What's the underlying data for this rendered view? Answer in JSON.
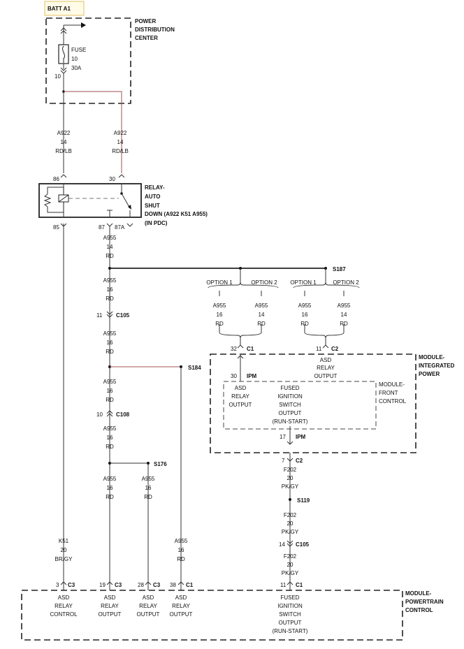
{
  "batt": {
    "label": "BATT A1",
    "fill": "#fffbe8",
    "border": "#e0c060"
  },
  "pdc": {
    "l1": "POWER",
    "l2": "DISTRIBUTION",
    "l3": "CENTER"
  },
  "fuse": {
    "l1": "FUSE",
    "l2": "10",
    "l3": "30A",
    "pin": "10"
  },
  "wires_top": [
    {
      "circuit": "A922",
      "gauge": "14",
      "color": "RD/LB"
    },
    {
      "circuit": "A922",
      "gauge": "14",
      "color": "RD/LB"
    }
  ],
  "relay": {
    "pin_86": "86",
    "pin_30": "30",
    "pin_85": "85",
    "pin_87": "87",
    "pin_87a": "87A",
    "l1": "RELAY-",
    "l2": "AUTO",
    "l3": "SHUT",
    "l4": "DOWN (A922 K51 A955)",
    "l5": "(IN PDC)"
  },
  "main_wire": [
    {
      "circuit": "A955",
      "gauge": "14",
      "color": "RD"
    },
    {
      "circuit": "A955",
      "gauge": "16",
      "color": "RD"
    },
    {
      "circuit": "A955",
      "gauge": "16",
      "color": "RD"
    },
    {
      "circuit": "A955",
      "gauge": "16",
      "color": "RD"
    },
    {
      "circuit": "A955",
      "gauge": "16",
      "color": "RD"
    },
    {
      "circuit": "A955",
      "gauge": "16",
      "color": "RD"
    }
  ],
  "connectors": {
    "c105": {
      "pin": "11",
      "name": "C105"
    },
    "c108": {
      "pin": "10",
      "name": "C108"
    }
  },
  "splices": {
    "s187": "S187",
    "s184": "S184",
    "s176": "S176",
    "s119": "S119"
  },
  "options": {
    "o1": "OPTION 1",
    "o2": "OPTION 2",
    "o3": "OPTION 1",
    "o4": "OPTION 2",
    "wires": [
      {
        "circuit": "A955",
        "gauge": "16",
        "color": "RD"
      },
      {
        "circuit": "A955",
        "gauge": "14",
        "color": "RD"
      },
      {
        "circuit": "A955",
        "gauge": "16",
        "color": "RD"
      },
      {
        "circuit": "A955",
        "gauge": "14",
        "color": "RD"
      }
    ],
    "c1_pin": "32",
    "c1_name": "C1",
    "c2_pin": "11",
    "c2_name": "C2"
  },
  "tipm": {
    "l1": "MODULE-",
    "l2": "INTEGRATED",
    "l3": "POWER",
    "asd_out": {
      "l1": "ASD",
      "l2": "RELAY",
      "l3": "OUTPUT"
    },
    "ipm_pin": "30",
    "ipm_name": "IPM"
  },
  "fcm": {
    "l1": "MODULE-",
    "l2": "FRONT",
    "l3": "CONTROL",
    "asd_out": {
      "l1": "ASD",
      "l2": "RELAY",
      "l3": "OUTPUT"
    },
    "fused": {
      "l1": "FUSED",
      "l2": "IGNITION",
      "l3": "SWITCH",
      "l4": "OUTPUT",
      "l5": "(RUN-START)"
    },
    "ipm_pin": "17",
    "ipm_name": "IPM"
  },
  "right_wire": {
    "c2_pin": "7",
    "c2_name": "C2",
    "seg1": {
      "circuit": "F202",
      "gauge": "20",
      "color": "PK/GY"
    },
    "seg2": {
      "circuit": "F202",
      "gauge": "20",
      "color": "PK/GY"
    },
    "seg3": {
      "circuit": "F202",
      "gauge": "20",
      "color": "PK/GY"
    },
    "c105_pin": "14",
    "c105_name": "C105",
    "c1_pin": "11",
    "c1_name": "C1"
  },
  "k51_wire": {
    "circuit": "K51",
    "gauge": "20",
    "color": "BR/GY"
  },
  "s176_wire": {
    "circuit": "A955",
    "gauge": "16",
    "color": "RD"
  },
  "s184_wire": {
    "circuit": "A955",
    "gauge": "16",
    "color": "RD"
  },
  "pcm": {
    "l1": "MODULE-",
    "l2": "POWERTRAIN",
    "l3": "CONTROL",
    "pins": [
      {
        "pin": "3",
        "conn": "C3",
        "l1": "ASD",
        "l2": "RELAY",
        "l3": "CONTROL"
      },
      {
        "pin": "19",
        "conn": "C3",
        "l1": "ASD",
        "l2": "RELAY",
        "l3": "OUTPUT"
      },
      {
        "pin": "28",
        "conn": "C3",
        "l1": "ASD",
        "l2": "RELAY",
        "l3": "OUTPUT"
      },
      {
        "pin": "38",
        "conn": "C1",
        "l1": "ASD",
        "l2": "RELAY",
        "l3": "OUTPUT"
      },
      {
        "pin": "11",
        "conn": "C1",
        "l1": "FUSED",
        "l2": "IGNITION",
        "l3": "SWITCH",
        "l4": "OUTPUT",
        "l5": "(RUN-START)"
      }
    ]
  },
  "colors": {
    "wire": "#333333",
    "wire_tan": "#a05050",
    "box": "#222222"
  }
}
